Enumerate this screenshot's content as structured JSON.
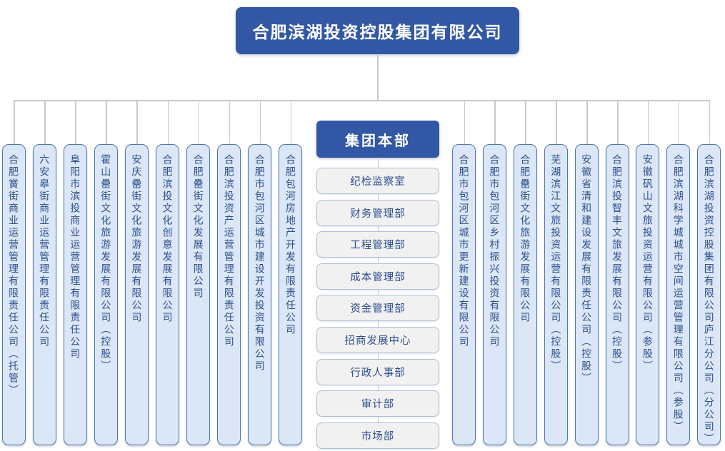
{
  "root": {
    "label": "合肥滨湖投资控股集团有限公司"
  },
  "headquarters": {
    "label": "集团本部",
    "departments": [
      "纪检监察室",
      "财务管理部",
      "工程管理部",
      "成本管理部",
      "资金管理部",
      "招商发展中心",
      "行政人事部",
      "审计部",
      "市场部"
    ]
  },
  "left_subsidiaries": [
    "合肥黉街商业运营管理有限责任公司（托管）",
    "六安皋街商业运营管理有限责任公司",
    "阜阳市滨投商业运营管理有限责任公司",
    "霍山罍街文化旅游发展有限公司（控股）",
    "安庆罍街文化旅游发展有限公司",
    "合肥滨投文化创意发展有限公司",
    "合肥罍街文化发展有限公司",
    "合肥滨投资产运营管理有限责任公司",
    "合肥市包河区城市建设开发投资有限公司",
    "合肥包河房地产开发有限责任公司"
  ],
  "right_subsidiaries": [
    "合肥市包河区城市更新建设有限公司",
    "合肥市包河区乡村振兴投资有限公司",
    "合肥罍街文化旅游发展有限公司",
    "芜湖滨江文旅投资运营有限公司（控股）",
    "安徽省清和建设发展有限责任公司（控股）",
    "合肥滨投智丰文旅发展有限公司（控股）",
    "安徽矾山文旅投资运营有限公司（参股）",
    "合肥滨湖科学城城市空间运营管理有限公司（参股）",
    "合肥滨湖投资控股集团有限公司庐江分公司（分公司）"
  ],
  "colors": {
    "primary_blue": "#3257a5",
    "subsidiary_fill": "#dbe7f6",
    "subsidiary_border": "#4f77ae",
    "department_fill": "#f1f1f2",
    "department_border": "#aebfd7",
    "connector_line": "#c9c9c9",
    "text_blue": "#2d4f8c"
  }
}
